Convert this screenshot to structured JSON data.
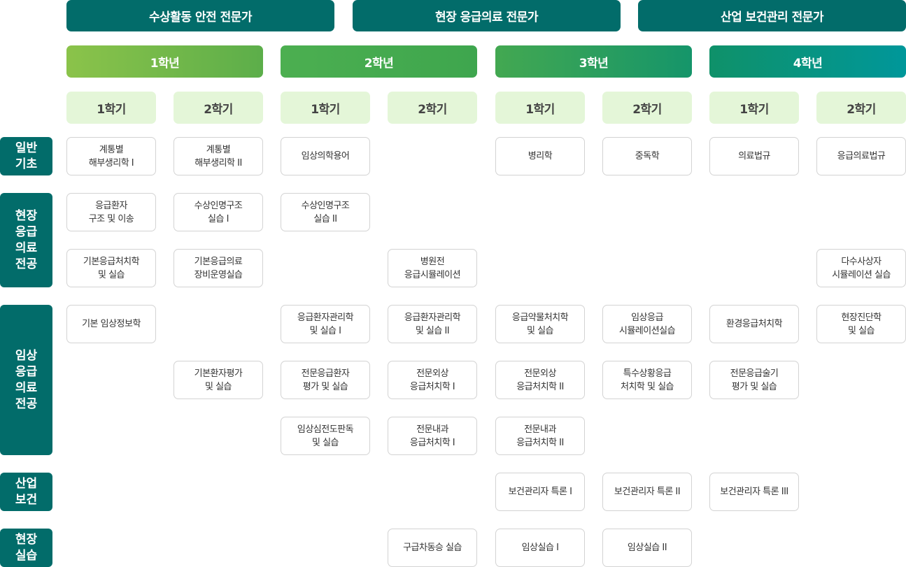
{
  "tracks": [
    "수상활동 안전 전문가",
    "현장 응급의료 전문가",
    "산업 보건관리 전문가"
  ],
  "years": [
    {
      "label": "1학년",
      "gradient_start": "#8bc34a",
      "gradient_end": "#5cae4a"
    },
    {
      "label": "2학년",
      "gradient_start": "#4caf50",
      "gradient_end": "#3ea64e"
    },
    {
      "label": "3학년",
      "gradient_start": "#43a851",
      "gradient_end": "#15956a"
    },
    {
      "label": "4학년",
      "gradient_start": "#0f9169",
      "gradient_end": "#00979a"
    }
  ],
  "semesters": [
    "1학기",
    "2학기",
    "1학기",
    "2학기",
    "1학기",
    "2학기",
    "1학기",
    "2학기"
  ],
  "categories": [
    {
      "label": "일반\n기초"
    },
    {
      "label": "현장\n응급\n의료\n전공"
    },
    {
      "label": "임상\n응급\n의료\n전공"
    },
    {
      "label": "산업\n보건"
    },
    {
      "label": "현장\n실습"
    }
  ],
  "courses": [
    {
      "col": 0,
      "row": 0,
      "name": "계통별\n해부생리학 I"
    },
    {
      "col": 1,
      "row": 0,
      "name": "계통별\n해부생리학 II"
    },
    {
      "col": 2,
      "row": 0,
      "name": "임상의학용어"
    },
    {
      "col": 4,
      "row": 0,
      "name": "병리학"
    },
    {
      "col": 5,
      "row": 0,
      "name": "중독학"
    },
    {
      "col": 6,
      "row": 0,
      "name": "의료법규"
    },
    {
      "col": 7,
      "row": 0,
      "name": "응급의료법규"
    },
    {
      "col": 0,
      "row": 1,
      "name": "응급환자\n구조 및 이송"
    },
    {
      "col": 1,
      "row": 1,
      "name": "수상인명구조\n실습 I"
    },
    {
      "col": 2,
      "row": 1,
      "name": "수상인명구조\n실습 II"
    },
    {
      "col": 0,
      "row": 2,
      "name": "기본응급처치학\n및 실습"
    },
    {
      "col": 1,
      "row": 2,
      "name": "기본응급의료\n장비운영실습"
    },
    {
      "col": 3,
      "row": 2,
      "name": "병원전\n응급시뮬레이션"
    },
    {
      "col": 7,
      "row": 2,
      "name": "다수사상자\n시뮬레이션 실습"
    },
    {
      "col": 0,
      "row": 3,
      "name": "기본 임상정보학"
    },
    {
      "col": 2,
      "row": 3,
      "name": "응급환자관리학\n및 실습 I"
    },
    {
      "col": 3,
      "row": 3,
      "name": "응급환자관리학\n및 실습 II"
    },
    {
      "col": 4,
      "row": 3,
      "name": "응급약물처치학\n및 실습"
    },
    {
      "col": 5,
      "row": 3,
      "name": "임상응급\n시뮬레이션실습"
    },
    {
      "col": 6,
      "row": 3,
      "name": "환경응급처치학"
    },
    {
      "col": 7,
      "row": 3,
      "name": "현장진단학\n및 실습"
    },
    {
      "col": 1,
      "row": 4,
      "name": "기본환자평가\n및 실습"
    },
    {
      "col": 2,
      "row": 4,
      "name": "전문응급환자\n평가 및 실습"
    },
    {
      "col": 3,
      "row": 4,
      "name": "전문외상\n응급처치학 I"
    },
    {
      "col": 4,
      "row": 4,
      "name": "전문외상\n응급처치학 II"
    },
    {
      "col": 5,
      "row": 4,
      "name": "특수상황응급\n처치학  및 실습"
    },
    {
      "col": 6,
      "row": 4,
      "name": "전문응급술기\n평가 및 실습"
    },
    {
      "col": 2,
      "row": 5,
      "name": "임상심전도판독\n및 실습"
    },
    {
      "col": 3,
      "row": 5,
      "name": "전문내과\n응급처치학 I"
    },
    {
      "col": 4,
      "row": 5,
      "name": "전문내과\n응급처치학 II"
    },
    {
      "col": 4,
      "row": 6,
      "name": "보건관리자 특론 I"
    },
    {
      "col": 5,
      "row": 6,
      "name": "보건관리자 특론 II"
    },
    {
      "col": 6,
      "row": 6,
      "name": "보건관리자 특론 III"
    },
    {
      "col": 3,
      "row": 7,
      "name": "구급차동승 실습"
    },
    {
      "col": 4,
      "row": 7,
      "name": "임상실습 I"
    },
    {
      "col": 5,
      "row": 7,
      "name": "임상실습 II"
    }
  ]
}
